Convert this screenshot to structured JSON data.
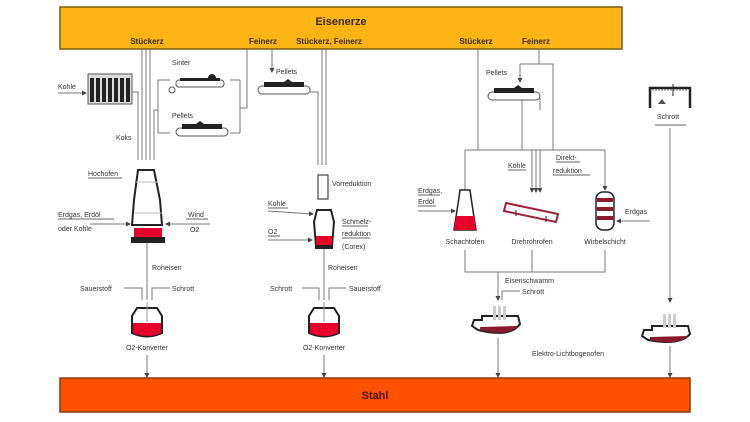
{
  "colors": {
    "ore_bar": "#FDB515",
    "ore_bar_border": "#7a5a10",
    "steel_bar": "#FF5000",
    "steel_bar_border": "#8a3a10",
    "melt": "#E8002A",
    "dark": "#222222",
    "line": "#777777"
  },
  "top_bar": {
    "title": "Eisenerze",
    "outputs": [
      "Stückerz",
      "Feinerz",
      "Stückerz, Feinerz",
      "Stückerz",
      "Feinerz"
    ]
  },
  "bottom_bar": {
    "title": "Stahl"
  },
  "route_blast_furnace": {
    "coal_in": "Kohle",
    "coke": "Koks",
    "sinter": "Sinter",
    "pellets": "Pellets",
    "furnace": "Hochofen",
    "fuel_in_line1": "Erdgas, Erdöl",
    "fuel_in_line2": "oder Kohle",
    "wind": "Wind",
    "oxygen": "O2",
    "pig_iron": "Roheisen",
    "converter_oxygen": "Sauerstoff",
    "converter_scrap": "Schrott",
    "converter": "O2-Konverter"
  },
  "route_smelting_reduction": {
    "pellets": "Pellets",
    "prereduction": "Vorreduktion",
    "coal": "Kohle",
    "oxygen": "O2",
    "process_line1": "Schmelz-",
    "process_line2": "reduktion",
    "process_line3": "(Corex)",
    "pig_iron": "Roheisen",
    "converter_scrap": "Schrott",
    "converter_oxygen": "Sauerstoff",
    "converter": "O2-Konverter"
  },
  "route_direct_reduction": {
    "pellets": "Pellets",
    "coal": "Kohle",
    "process_line1": "Direkt-",
    "process_line2": "reduktion",
    "fuel_line1": "Erdgas,",
    "fuel_line2": "Erdöl",
    "natural_gas": "Erdgas",
    "shaft_furnace": "Schachtofen",
    "rotary_kiln": "Drehrohrofen",
    "fluidized_bed": "Wirbelschicht",
    "sponge_iron": "Eisenschwamm",
    "scrap": "Schrott",
    "eaf": "Elektro-Lichtbogenofen"
  },
  "route_scrap": {
    "scrap": "Schrott"
  }
}
